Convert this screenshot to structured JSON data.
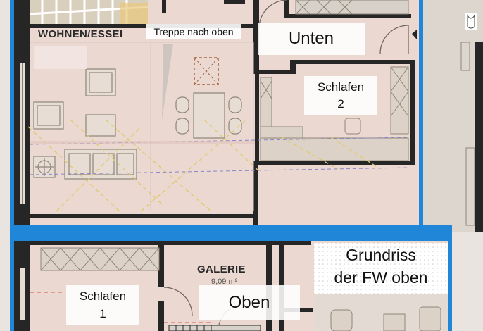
{
  "colors": {
    "frame": "#1f86d8",
    "paper": "#ead8d1",
    "wall": "#262626",
    "fixture": "#b9b09c",
    "dash": "#e2c96a",
    "axis": "#8a86c8"
  },
  "labels": {
    "wohnen_essen": "WOHNEN/ESSEI",
    "treppe": "Treppe nach oben",
    "unten": "Unten",
    "schlafen2_line1": "Schlafen",
    "schlafen2_line2": "2",
    "grundriss_line1": "Grundriss",
    "grundriss_line2": "der FW oben",
    "galerie": "GALERIE",
    "galerie_dim": "9,09 m²",
    "schlafen1_line1": "Schlafen",
    "schlafen1_line2": "1",
    "oben": "Oben"
  }
}
